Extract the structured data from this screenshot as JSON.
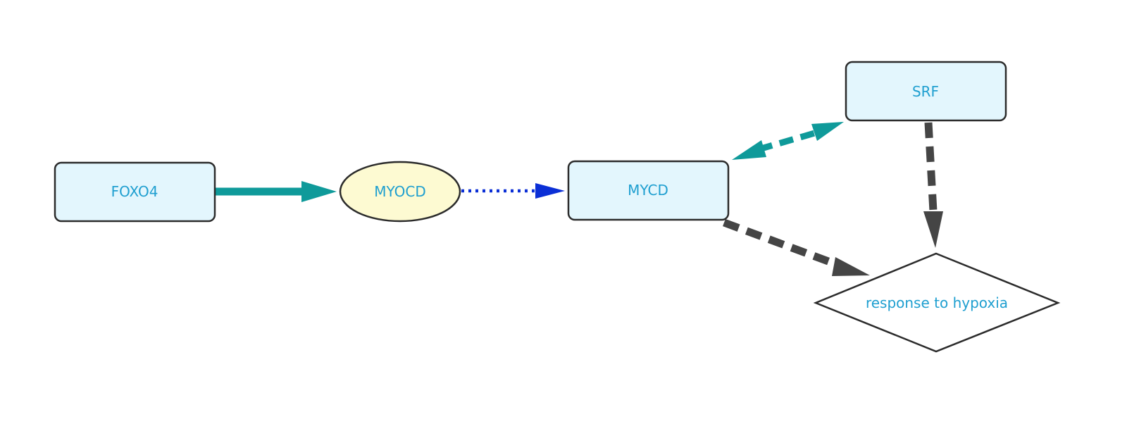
{
  "nodes": {
    "foxo4": {
      "label": "FOXO4",
      "shape": "rounded-rectangle",
      "fill": "#e3f6fd"
    },
    "myocd": {
      "label": "MYOCD",
      "shape": "ellipse",
      "fill": "#fdfad2"
    },
    "mycd": {
      "label": "MYCD",
      "shape": "rounded-rectangle",
      "fill": "#e3f6fd"
    },
    "srf": {
      "label": "SRF",
      "shape": "rounded-rectangle",
      "fill": "#e3f6fd"
    },
    "hypoxia": {
      "label": "response to hypoxia",
      "shape": "diamond",
      "fill": "#ffffff"
    }
  },
  "edges": [
    {
      "from": "FOXO4",
      "to": "MYOCD",
      "style": "solid",
      "color": "#0f9a9a"
    },
    {
      "from": "MYOCD",
      "to": "MYCD",
      "style": "dotted",
      "color": "#0b2fd6"
    },
    {
      "from": "SRF",
      "to": "MYCD",
      "style": "dashed",
      "color": "#0f9a9a",
      "bidirectional": true
    },
    {
      "from": "SRF",
      "to": "response to hypoxia",
      "style": "dashed",
      "color": "#454545"
    },
    {
      "from": "MYCD",
      "to": "response to hypoxia",
      "style": "dashed",
      "color": "#454545"
    }
  ],
  "colors": {
    "label": "#1f9fd0",
    "node_border": "#2b2b2b",
    "teal": "#0f9a9a",
    "blue": "#0b2fd6",
    "dark_gray": "#454545"
  }
}
